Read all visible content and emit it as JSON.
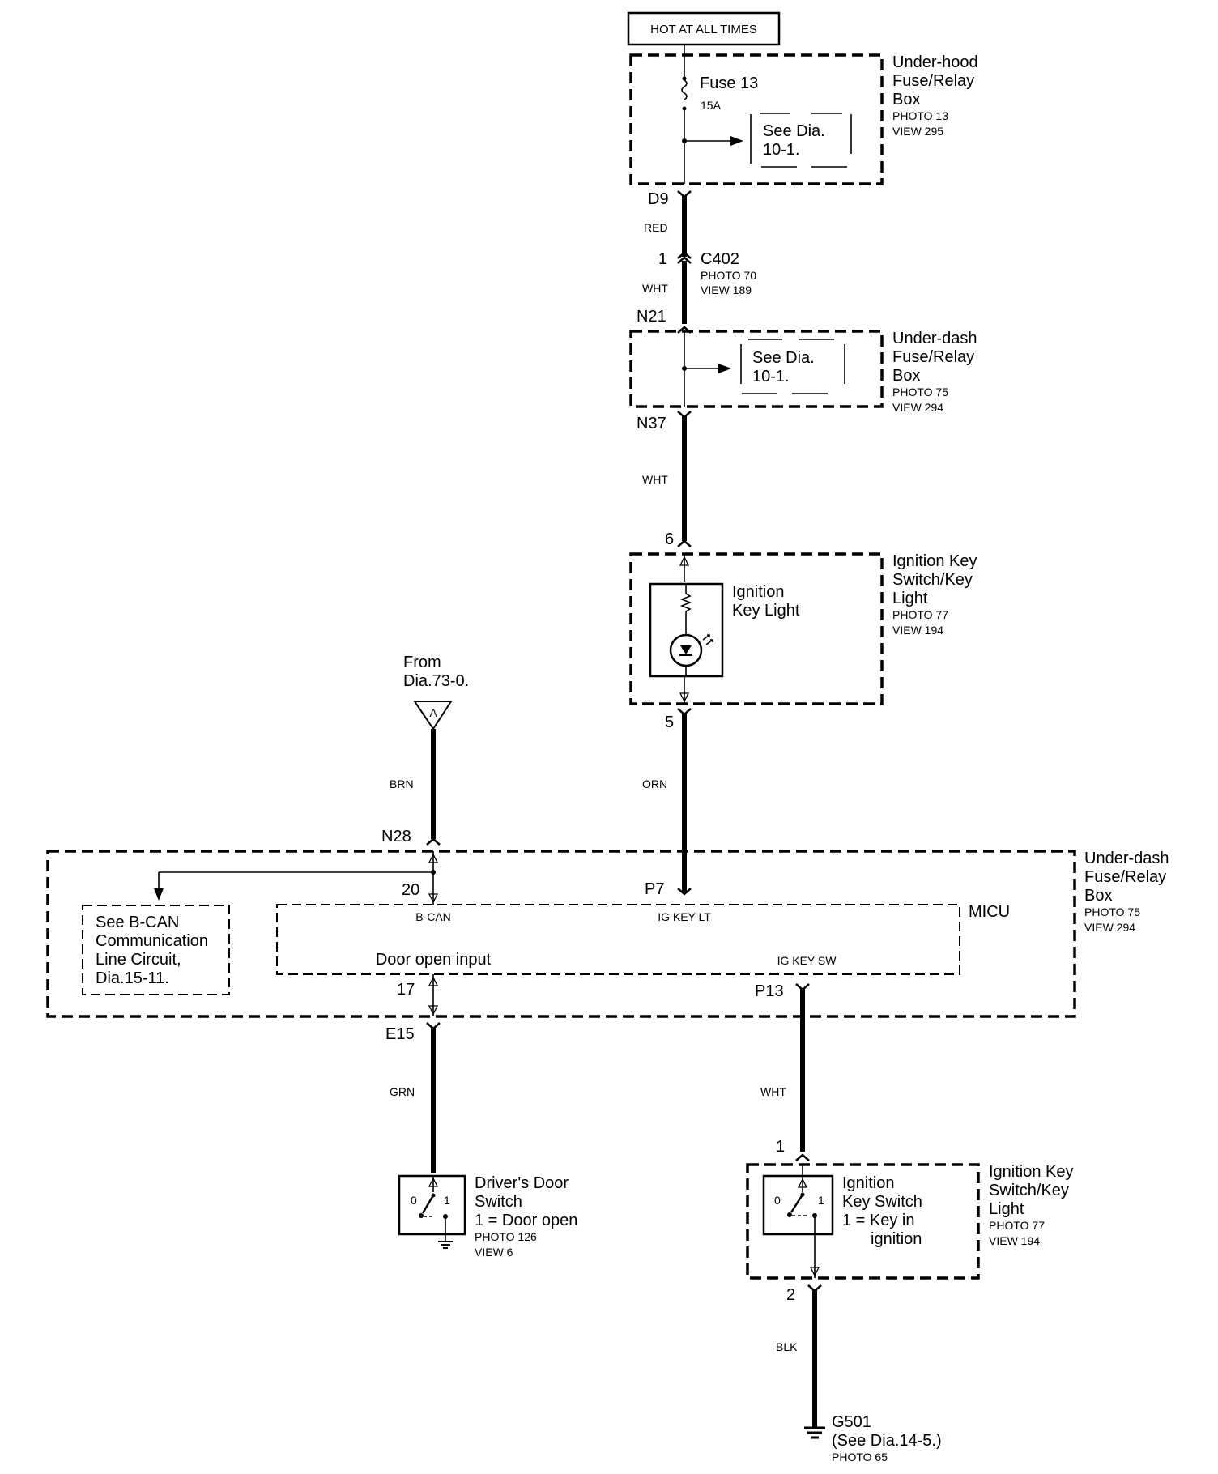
{
  "power": {
    "label": "HOT AT ALL TIMES"
  },
  "underhood_box": {
    "title_lines": [
      "Under-hood",
      "Fuse/Relay",
      "Box"
    ],
    "photo": "PHOTO 13",
    "view": "VIEW 295",
    "fuse_name": "Fuse 13",
    "fuse_rating": "15A",
    "see_lines": [
      "See Dia.",
      "10-1."
    ]
  },
  "connectors": {
    "d9": "D9",
    "c402_pin": "1",
    "c402_name": "C402",
    "c402_photo": "PHOTO 70",
    "c402_view": "VIEW 189",
    "n21": "N21",
    "n37": "N37",
    "pin6": "6",
    "pin5": "5",
    "n28": "N28",
    "pin20": "20",
    "p7": "P7",
    "pin17": "17",
    "p13": "P13",
    "e15": "E15",
    "pin1": "1",
    "pin2": "2"
  },
  "wires": {
    "red": "RED",
    "wht1": "WHT",
    "wht2": "WHT",
    "orn": "ORN",
    "brn": "BRN",
    "grn": "GRN",
    "wht3": "WHT",
    "blk": "BLK"
  },
  "underdash_box_top": {
    "title_lines": [
      "Under-dash",
      "Fuse/Relay",
      "Box"
    ],
    "photo": "PHOTO 75",
    "view": "VIEW 294",
    "see_lines": [
      "See Dia.",
      "10-1."
    ]
  },
  "key_light": {
    "title_lines": [
      "Ignition Key",
      "Switch/Key",
      "Light"
    ],
    "photo": "PHOTO 77",
    "view": "VIEW 194",
    "component_lines": [
      "Ignition",
      "Key Light"
    ]
  },
  "from_ref": {
    "lines": [
      "From",
      "Dia.73-0."
    ],
    "marker": "A"
  },
  "underdash_box_main": {
    "title_lines": [
      "Under-dash",
      "Fuse/Relay",
      "Box"
    ],
    "photo": "PHOTO 75",
    "view": "VIEW 294"
  },
  "bcan_ref": {
    "lines": [
      "See B-CAN",
      "Communication",
      "Line Circuit,",
      "Dia.15-11."
    ]
  },
  "micu": {
    "name": "MICU",
    "bcan": "B-CAN",
    "ig_key_lt": "IG KEY LT",
    "door_open_input": "Door open input",
    "ig_key_sw": "IG KEY SW"
  },
  "door_switch": {
    "title_lines": [
      "Driver's Door",
      "Switch",
      "1 = Door open"
    ],
    "photo": "PHOTO 126",
    "view": "VIEW 6",
    "pos0": "0",
    "pos1": "1"
  },
  "key_switch": {
    "title_lines": [
      "Ignition Key",
      "Switch/Key",
      "Light"
    ],
    "photo": "PHOTO 77",
    "view": "VIEW 194",
    "component_lines": [
      "Ignition",
      "Key Switch",
      "1 = Key in",
      "ignition"
    ],
    "pos0": "0",
    "pos1": "1"
  },
  "ground": {
    "lines": [
      "G501",
      "(See Dia.14-5.)"
    ],
    "photo": "PHOTO 65"
  }
}
